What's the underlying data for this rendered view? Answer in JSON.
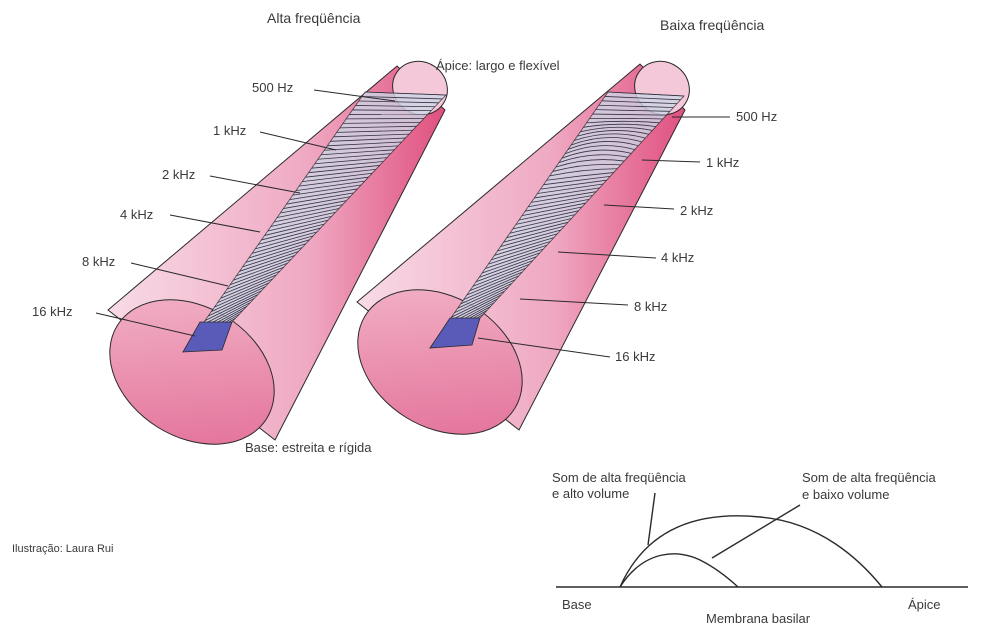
{
  "titles": {
    "left": "Alta freqüência",
    "right": "Baixa freqüência"
  },
  "apex_label": "Ápice: largo e flexível",
  "base_label": "Base: estreita e rígida",
  "left_freqs": [
    "500 Hz",
    "1 kHz",
    "2 kHz",
    "4 kHz",
    "8 kHz",
    "16 kHz"
  ],
  "right_freqs": [
    "500 Hz",
    "1 kHz",
    "2 kHz",
    "4 kHz",
    "8 kHz",
    "16 kHz"
  ],
  "credit": "Ilustração: Laura Rui",
  "wave": {
    "high_volume": [
      "Som de alta freqüência",
      "e alto volume"
    ],
    "low_volume": [
      "Som de alta freqüência",
      "e baixo volume"
    ],
    "base": "Base",
    "apex": "Ápice",
    "membrane": "Membrana basilar"
  },
  "colors": {
    "tube_pink": "#e77aa0",
    "tube_light": "#f6d3e0",
    "membrane_blue": "#4a4aa6",
    "stroke": "#2a2a2a"
  }
}
